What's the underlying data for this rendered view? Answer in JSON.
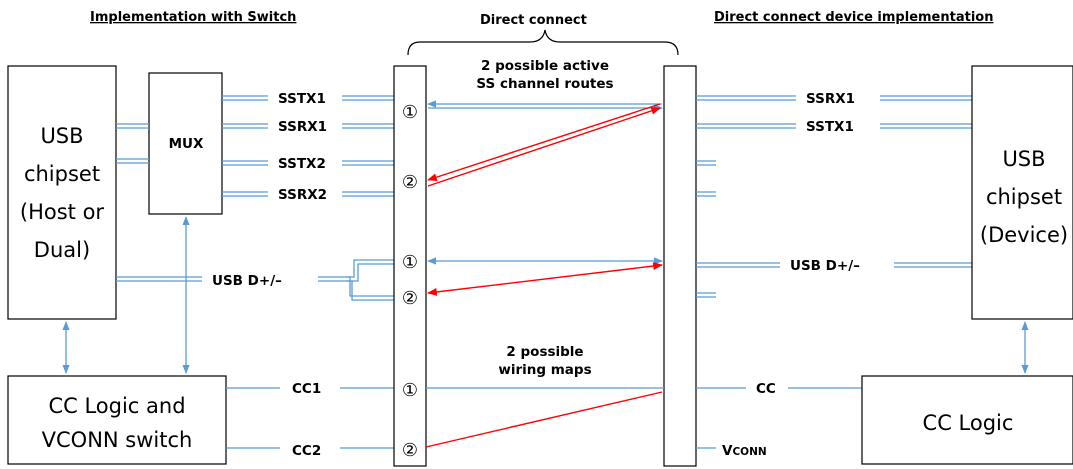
{
  "headers": {
    "left": "Implementation with Switch",
    "center": "Direct connect",
    "right": "Direct connect device implementation"
  },
  "left_chipset": {
    "lines": [
      "USB",
      "chipset",
      "(Host or",
      "Dual)"
    ]
  },
  "mux": {
    "label": "MUX"
  },
  "cc_logic_left": {
    "lines": [
      "CC Logic and",
      "VCONN switch"
    ]
  },
  "right_chipset": {
    "lines": [
      "USB",
      "chipset",
      "(Device)"
    ]
  },
  "cc_logic_right": {
    "label": "CC Logic"
  },
  "signals_left": {
    "sstx1": "SSTX1",
    "ssrx1": "SSRX1",
    "sstx2": "SSTX2",
    "ssrx2": "SSRX2",
    "usb_dpdm": "USB D+/–",
    "cc1": "CC1",
    "cc2": "CC2"
  },
  "signals_right": {
    "ssrx1": "SSRX1",
    "sstx1": "SSTX1",
    "usb_dpdm": "USB D+/–",
    "cc": "CC",
    "vconn_v": "V",
    "vconn_rest": "CONN"
  },
  "annotations": {
    "ss_routes_line1": "2 possible active",
    "ss_routes_line2": "SS channel routes",
    "wiring_line1": "2 possible",
    "wiring_line2": "wiring maps"
  },
  "pin_markers": {
    "ss1": "①",
    "ss2": "②",
    "usb1": "①",
    "usb2": "②",
    "cc1": "①",
    "cc2": "②"
  },
  "colors": {
    "wire": "#5b9bd5",
    "route": "#ff0000",
    "outline": "#000000"
  }
}
